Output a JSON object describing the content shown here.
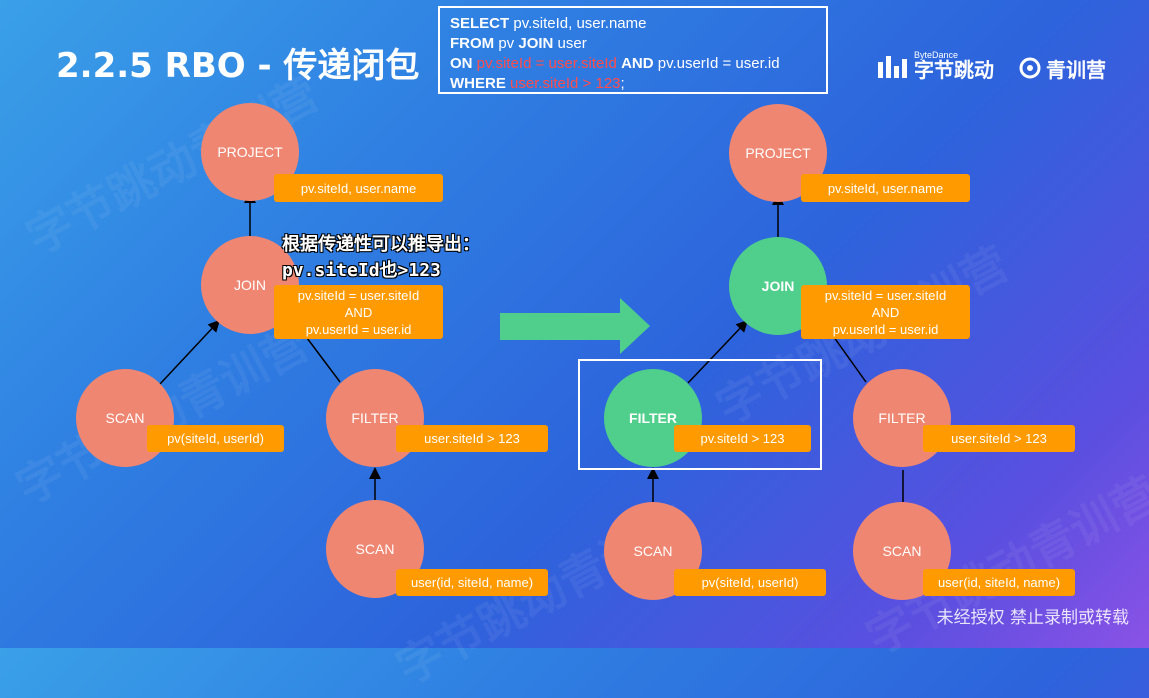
{
  "title": "2.2.5 RBO - 传递闭包",
  "sql": {
    "line1_kw": "SELECT",
    "line1_rest": " pv.siteId, user.name",
    "line2_kw1": "FROM",
    "line2_mid": " pv ",
    "line2_kw2": "JOIN",
    "line2_rest": " user",
    "line3_kw1": "ON",
    "line3_red": " pv.siteId = user.siteId ",
    "line3_kw2": "AND",
    "line3_rest": " pv.userId = user.id",
    "line4_kw": "WHERE",
    "line4_red": " user.siteId > 123",
    "line4_rest": ";"
  },
  "brand": {
    "bytedance_small": "ByteDance",
    "bytedance": "字节跳动",
    "camp": "青训营"
  },
  "note": {
    "line1": "根据传递性可以推导出：",
    "line2": "pv.siteId也>123"
  },
  "left_tree": {
    "project": {
      "label": "PROJECT",
      "tag": "pv.siteId, user.name"
    },
    "join": {
      "label": "JOIN",
      "tag1": "pv.siteId = user.siteId",
      "tag2": "AND",
      "tag3": "pv.userId = user.id"
    },
    "scan_left": {
      "label": "SCAN",
      "tag": "pv(siteId, userId)"
    },
    "filter": {
      "label": "FILTER",
      "tag": "user.siteId > 123"
    },
    "scan_right": {
      "label": "SCAN",
      "tag": "user(id, siteId, name)"
    }
  },
  "right_tree": {
    "project": {
      "label": "PROJECT",
      "tag": "pv.siteId, user.name"
    },
    "join": {
      "label": "JOIN",
      "tag1": "pv.siteId = user.siteId",
      "tag2": "AND",
      "tag3": "pv.userId = user.id"
    },
    "filter_new": {
      "label": "FILTER",
      "tag": "pv.siteId > 123"
    },
    "filter": {
      "label": "FILTER",
      "tag": "user.siteId > 123"
    },
    "scan_left": {
      "label": "SCAN",
      "tag": "pv(siteId, userId)"
    },
    "scan_right": {
      "label": "SCAN",
      "tag": "user(id, siteId, name)"
    }
  },
  "footer": "未经授权 禁止录制或转载",
  "colors": {
    "salmon": "#ef8672",
    "green": "#4fcf8b",
    "orange": "#ff9a00",
    "arrow": "#4fcf8b"
  }
}
